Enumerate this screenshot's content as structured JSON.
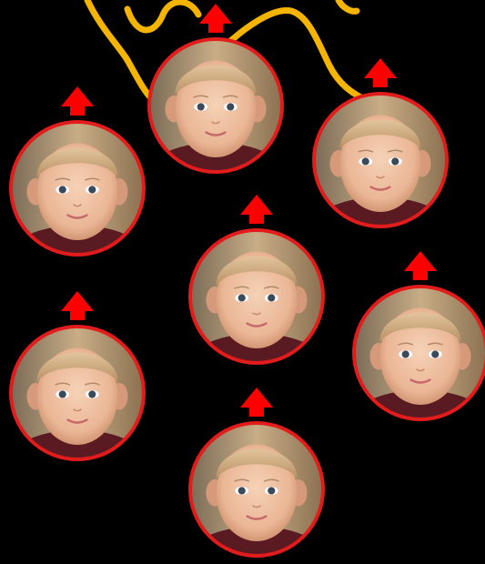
{
  "colors": {
    "background": "#000000",
    "ring": "#e21b1b",
    "arrow": "#ff0000",
    "squiggle": "#f5b400",
    "skin": "#f0c4a4",
    "skin_shadow": "#d69a7a",
    "hair": "#caa57a",
    "eyes": "#3b4a5a",
    "lips": "#c86a6a",
    "shirt": "#5a1a22",
    "photo_bg": "#b89a74"
  },
  "faces": [
    {
      "label": "baby-face-1",
      "icon": "arrow-up-icon"
    },
    {
      "label": "baby-face-2",
      "icon": "arrow-up-icon"
    },
    {
      "label": "baby-face-3",
      "icon": "arrow-up-icon"
    },
    {
      "label": "baby-face-4",
      "icon": "arrow-up-icon"
    },
    {
      "label": "baby-face-5",
      "icon": "arrow-up-icon"
    },
    {
      "label": "baby-face-6",
      "icon": "arrow-up-icon"
    },
    {
      "label": "baby-face-7",
      "icon": "arrow-up-icon"
    }
  ]
}
